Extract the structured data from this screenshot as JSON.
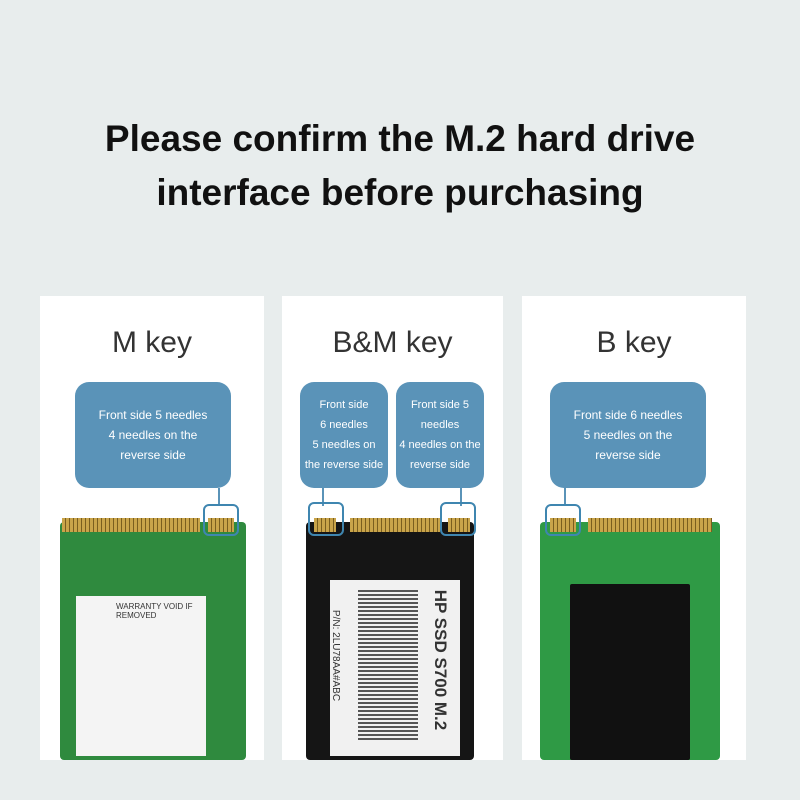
{
  "title_line1": "Please confirm the M.2 hard drive",
  "title_line2": "interface before purchasing",
  "panels": [
    {
      "key": "M key",
      "callouts": [
        [
          "Front side 5 needles",
          "4 needles on the",
          "reverse side"
        ]
      ],
      "label_text": "WARRANTY VOID IF REMOVED"
    },
    {
      "key": "B&M key",
      "callouts": [
        [
          "Front side",
          "6 needles",
          "5 needles on",
          "the reverse side"
        ],
        [
          "Front side 5",
          "needles",
          "4 needles on the",
          "reverse side"
        ]
      ],
      "label_text": "HP SSD S700 M.2",
      "part_number": "P/N: 2LU78AA#ABC"
    },
    {
      "key": "B key",
      "callouts": [
        [
          "Front side 6 needles",
          "5 needles on the",
          "reverse side"
        ]
      ]
    }
  ],
  "colors": {
    "callout": "#5a93b8",
    "pcb_green": "#2f8a3e",
    "pcb_black": "#151515"
  }
}
